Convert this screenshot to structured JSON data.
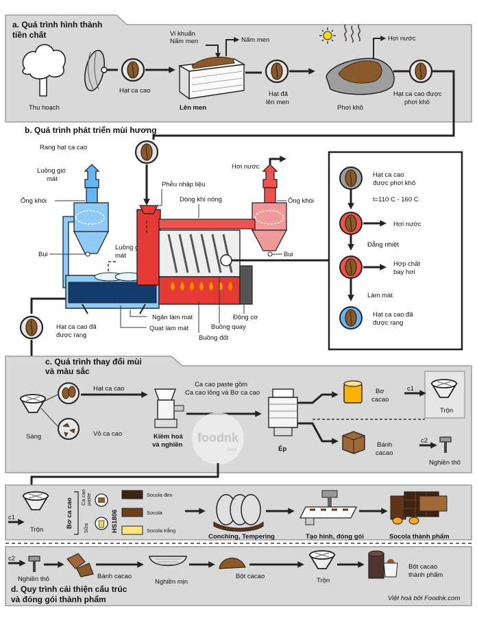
{
  "sections": {
    "a_title_line1": "a. Quá trình hình thành",
    "a_title_line2": "tiền chất",
    "b_title": "b. Quá trình phát triển mùi hương",
    "c_title_line1": "c. Quá trình thay đổi mùi",
    "c_title_line2": "và màu sắc",
    "d_title_line1": "d. Quy trình cải thiện cấu trúc",
    "d_title_line2": "và đóng gói thành phẩm"
  },
  "a": {
    "harvest": "Thu hoạch",
    "beans": "Hạt ca cao",
    "bacteria_yeast_1": "Vi khuẩn",
    "bacteria_yeast_2": "Nấm men",
    "yeast": "Nấm men",
    "fermentation": "Lên men",
    "fermented_1": "Hạt đã",
    "fermented_2": "lên men",
    "sun_dry": "Phơi khô",
    "steam": "Hơi nước",
    "dried_1": "Hạt ca cao được",
    "dried_2": "phơi khô"
  },
  "b": {
    "roast": "Rang hạt ca cao",
    "cool_air_1": "Luồng gió",
    "cool_air_2": "mát",
    "chimney_left": "Ống khói",
    "dust_left": "Bụi",
    "cool_air2_1": "Luồng gió",
    "cool_air2_2": "mát",
    "hopper": "Phễu nhập liệu",
    "hot_air": "Dòng khí nóng",
    "steam": "Hơi nước",
    "chimney_right": "Ống khói",
    "dust_right": "Bụi",
    "cooling_tray": "Ngăn làm mát",
    "cooling_fan": "Quạt làm mát",
    "combustion": "Buồng đốt",
    "drum": "Buồng quay",
    "motor": "Động cơ",
    "roasted_1": "Hạt ca cao đã",
    "roasted_2": "được rang",
    "side": {
      "dried_1": "Hạt ca cao",
      "dried_2": "được phơi khô",
      "temp": "t=110 C - 160 C",
      "steam": "Hơi nước",
      "isothermal": "Đẳng nhiệt",
      "volatile_1": "Hợp chất",
      "volatile_2": "bay hơi",
      "cooling": "Làm mát",
      "roasted_1": "Hạt ca cao đã",
      "roasted_2": "được rang"
    }
  },
  "c": {
    "bean": "Hạt ca cao",
    "sieve": "Sàng",
    "shell": "Vỏ ca cao",
    "paste_1": "Ca cao paste gồm",
    "paste_2": "Ca cao lỏng và Bơ ca cao",
    "grind_1": "Kiềm hoá",
    "grind_2": "và nghiền",
    "press": "Ép",
    "butter_1": "Bơ",
    "butter_2": "cacao",
    "cake_1": "Bánh",
    "cake_2": "cacao",
    "c1": "c1",
    "mix": "Trộn",
    "c2": "c2",
    "coarse": "Nghiền thô",
    "watermark_brand": "foodnk",
    "watermark_domain": ".com"
  },
  "d": {
    "c1": "c1",
    "mix": "Trộn",
    "cocoa_butter": "Bơ ca cao",
    "cocoa_paste_1": "Ca cao",
    "cocoa_paste_2": "paste",
    "milk": "Sữa",
    "hs_code": "HS1806",
    "dark": "Socola đen",
    "milk_choc": "Socola",
    "white": "Socola trắng",
    "conching": "Conching, Tempering",
    "molding": "Tạo hình, đóng gói",
    "finished_choc": "Socola thành phẩm",
    "c2": "c2",
    "coarse": "Nghiền thô",
    "cake": "Bánh cacao",
    "fine": "Nghiền mịn",
    "powder": "Bột cacao",
    "finished_powder_1": "Bột cacao",
    "finished_powder_2": "thành phẩm",
    "credit": "Việt hoá bởi Foodnk.com"
  },
  "colors": {
    "panel": "#d9d9d9",
    "bean": "#8b5a2b",
    "red_roaster": "#e53935",
    "blue_cooler": "#64b5f6",
    "navy": "#123a6b"
  }
}
